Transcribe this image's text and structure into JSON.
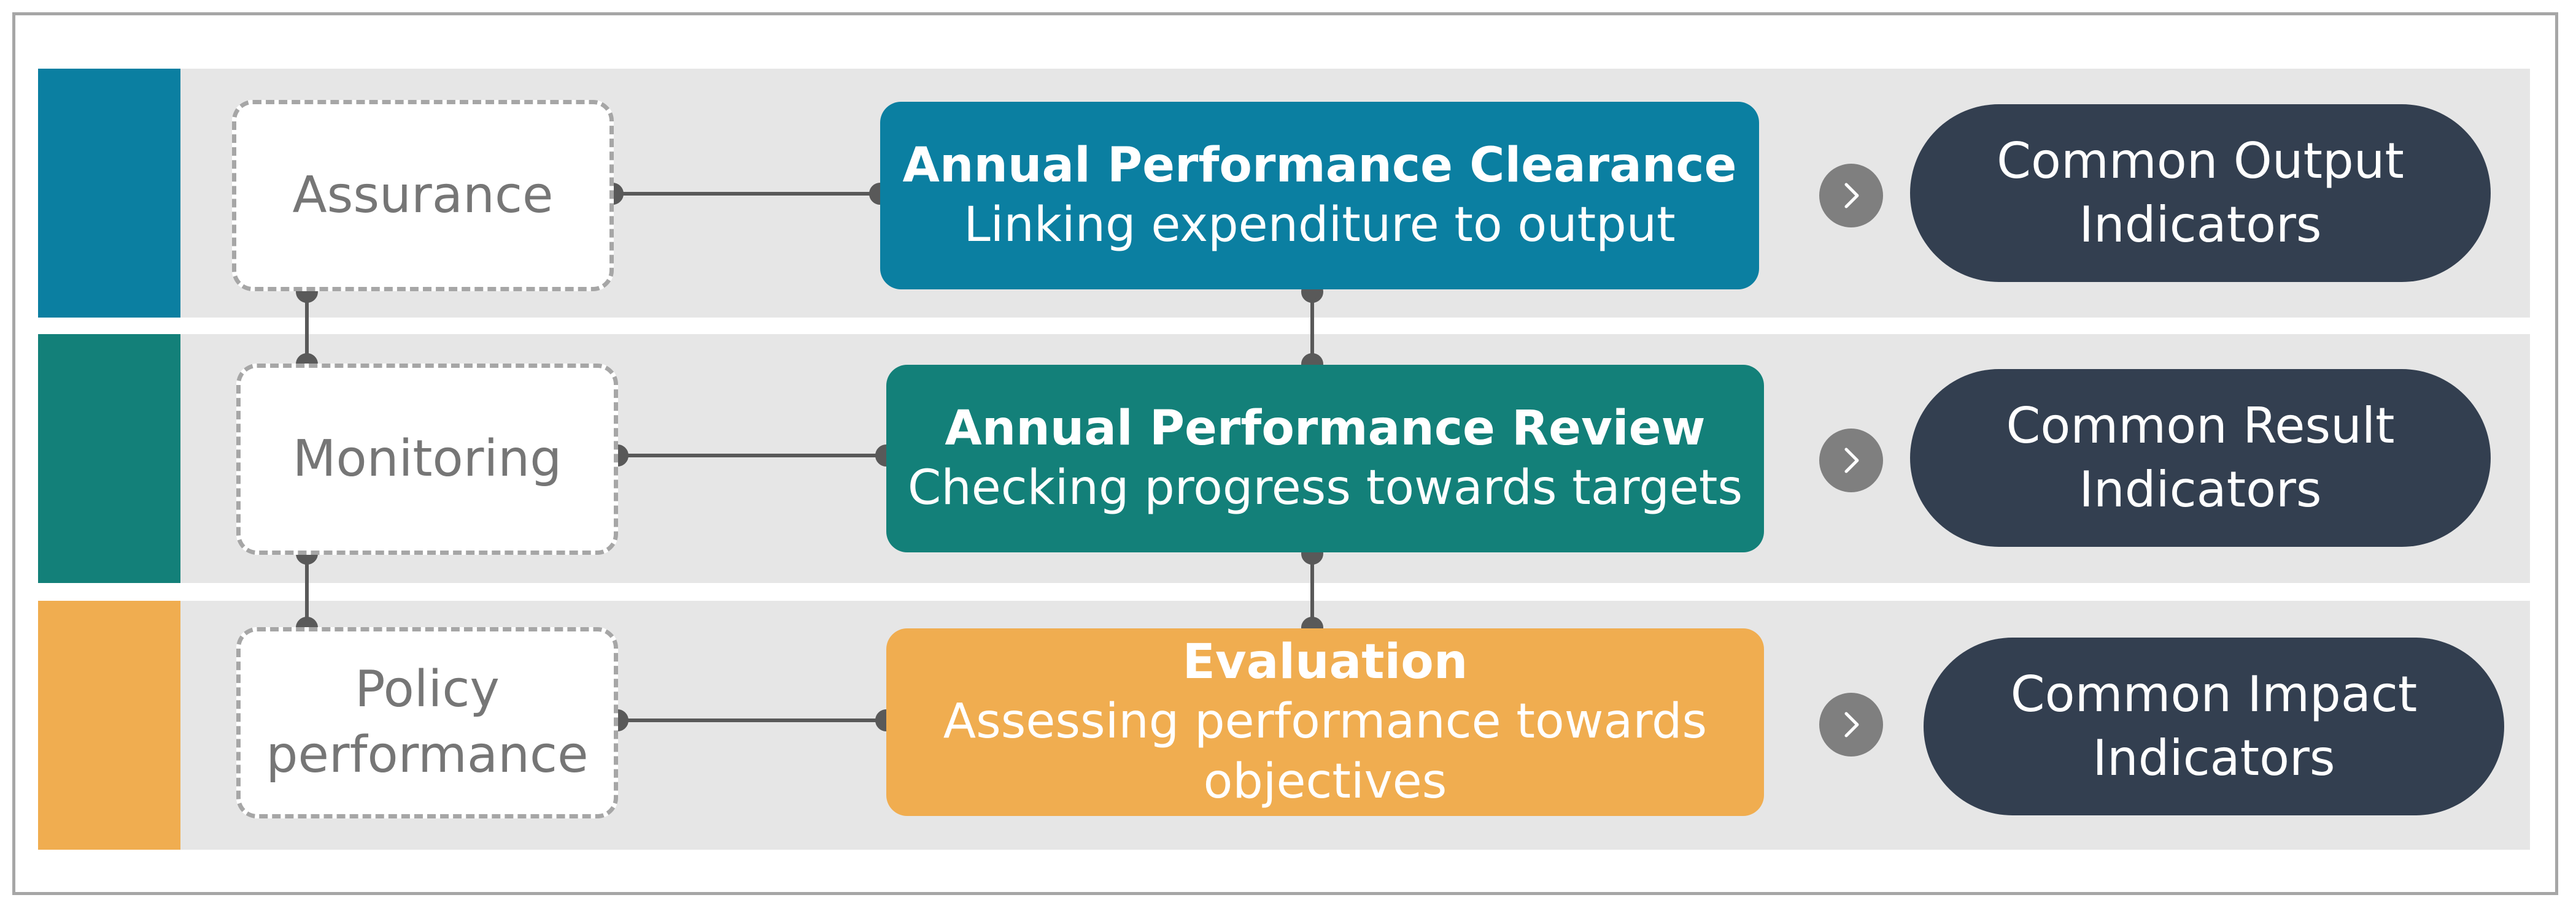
{
  "levels": [
    {
      "label": "Assurance",
      "process_title": "Annual Performance Clearance",
      "process_subtitle": "Linking expenditure to output",
      "indicator": "Common Output\nIndicators",
      "accent_color": "#0b7fa1",
      "process_color": "#0b7fa1"
    },
    {
      "label": "Monitoring",
      "process_title": "Annual Performance Review",
      "process_subtitle": "Checking progress towards targets",
      "indicator": "Common Result\nIndicators",
      "accent_color": "#138079",
      "process_color": "#138079"
    },
    {
      "label": "Policy\nperformance",
      "process_title": "Evaluation",
      "process_subtitle": "Assessing performance towards\nobjectives",
      "indicator": "Common Impact\nIndicators",
      "accent_color": "#f0ad50",
      "process_color": "#f0ad50"
    }
  ],
  "colors": {
    "band_background": "#e6e6e6",
    "indicator_background": "#333f50",
    "connector": "#595959",
    "arrow_circle": "#7f7f7f"
  },
  "icons": {
    "arrow": "chevron-right-icon"
  }
}
